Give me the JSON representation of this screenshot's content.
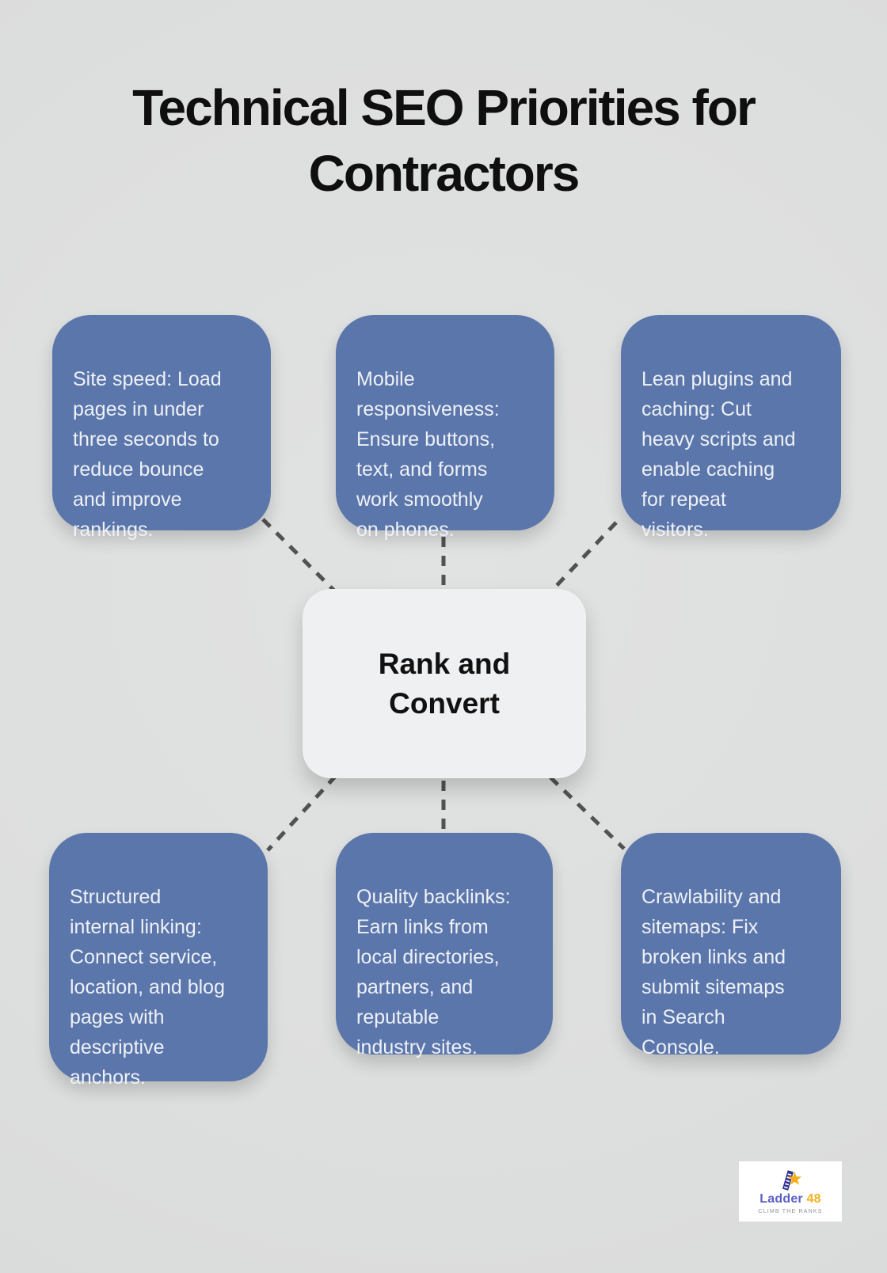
{
  "title": "Technical SEO Priorities for\nContractors",
  "center": {
    "label": "Rank and\nConvert"
  },
  "boxes": [
    {
      "id": "site-speed",
      "text": "Site speed: Load\npages in under\nthree seconds to\nreduce bounce\nand improve\nrankings."
    },
    {
      "id": "mobile-responsiveness",
      "text": "Mobile\nresponsiveness:\nEnsure buttons,\ntext, and forms\nwork smoothly\non phones."
    },
    {
      "id": "lean-plugins-caching",
      "text": "Lean plugins and\ncaching: Cut\nheavy scripts and\nenable caching\nfor repeat\nvisitors."
    },
    {
      "id": "structured-internal-linking",
      "text": "Structured\ninternal linking:\nConnect service,\nlocation, and blog\npages with\ndescriptive\nanchors."
    },
    {
      "id": "quality-backlinks",
      "text": "Quality backlinks:\nEarn links from\nlocal directories,\npartners, and\nreputable\nindustry sites."
    },
    {
      "id": "crawlability-sitemaps",
      "text": "Crawlability and\nsitemaps: Fix\nbroken links and\nsubmit sitemaps\nin Search\nConsole."
    }
  ],
  "logo": {
    "name_part1": "Ladder",
    "name_part2": "48",
    "tagline": "CLIMB THE RANKS",
    "icon": "ladder-star-icon"
  },
  "colors": {
    "background": "#dddede",
    "box_fill": "#5b76ab",
    "box_text": "#eef1f6",
    "center_fill": "#eff0f2",
    "center_text": "#111111",
    "connector": "#525252",
    "title_text": "#0f0f0f",
    "logo_name": "#5a5fc7",
    "logo_accent": "#f2b01e",
    "logo_star": "#f2b01e",
    "logo_ladder": "#2e3192"
  }
}
